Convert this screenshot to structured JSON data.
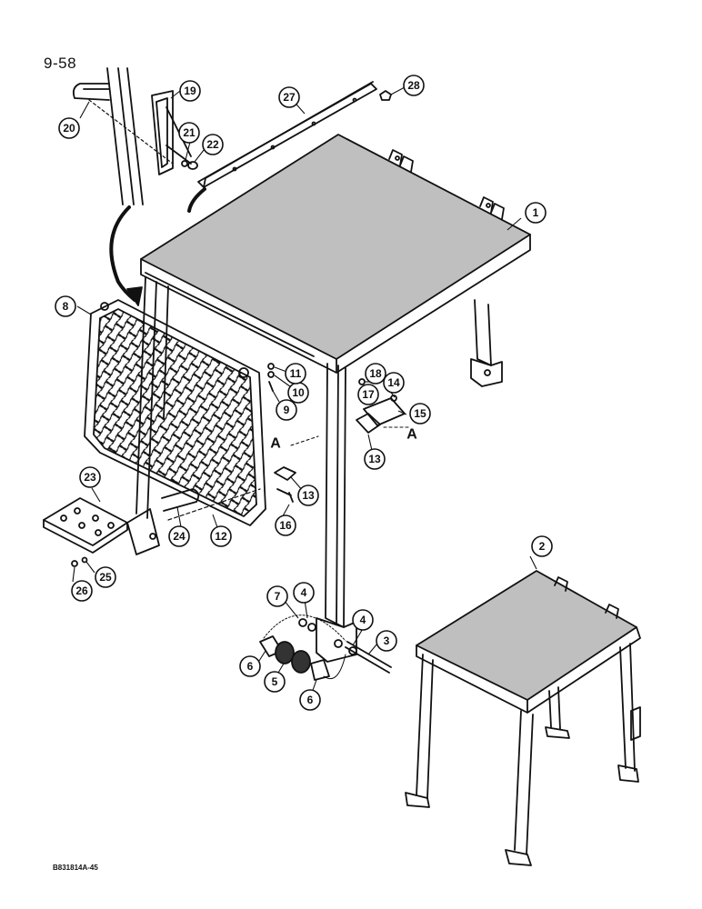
{
  "page": {
    "page_number": "9-58",
    "figure_code": "B831814A-45"
  },
  "callouts": [
    {
      "id": "1",
      "label": "1"
    },
    {
      "id": "2",
      "label": "2"
    },
    {
      "id": "3",
      "label": "3"
    },
    {
      "id": "4a",
      "label": "4"
    },
    {
      "id": "4b",
      "label": "4"
    },
    {
      "id": "5",
      "label": "5"
    },
    {
      "id": "6a",
      "label": "6"
    },
    {
      "id": "6b",
      "label": "6"
    },
    {
      "id": "7",
      "label": "7"
    },
    {
      "id": "8",
      "label": "8"
    },
    {
      "id": "9",
      "label": "9"
    },
    {
      "id": "10",
      "label": "10"
    },
    {
      "id": "11",
      "label": "11"
    },
    {
      "id": "12",
      "label": "12"
    },
    {
      "id": "13a",
      "label": "13"
    },
    {
      "id": "13b",
      "label": "13"
    },
    {
      "id": "14",
      "label": "14"
    },
    {
      "id": "15",
      "label": "15"
    },
    {
      "id": "16",
      "label": "16"
    },
    {
      "id": "17",
      "label": "17"
    },
    {
      "id": "18",
      "label": "18"
    },
    {
      "id": "19",
      "label": "19"
    },
    {
      "id": "20",
      "label": "20"
    },
    {
      "id": "21",
      "label": "21"
    },
    {
      "id": "22",
      "label": "22"
    },
    {
      "id": "23",
      "label": "23"
    },
    {
      "id": "24",
      "label": "24"
    },
    {
      "id": "25",
      "label": "25"
    },
    {
      "id": "26",
      "label": "26"
    },
    {
      "id": "27",
      "label": "27"
    },
    {
      "id": "28",
      "label": "28"
    }
  ],
  "view_markers": [
    {
      "id": "left",
      "label": "A"
    },
    {
      "id": "right",
      "label": "A"
    }
  ]
}
